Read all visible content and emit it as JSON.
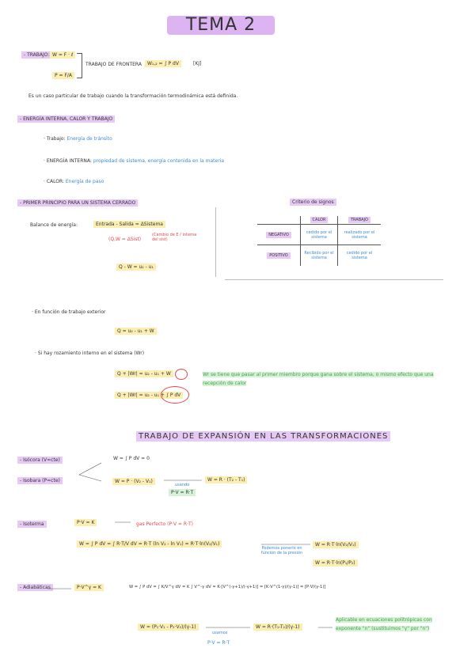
{
  "title": "TEMA 2",
  "trabajo_def": {
    "label": "- TRABAJO:",
    "eq1": "W = F · ℓ",
    "eq2": "P = F/A",
    "frontera_label": "TRABAJO DE FRONTERA",
    "frontera_eq": "W₁,₂ = ∫ P dV",
    "frontera_units": "[KJ]",
    "note": "Es un caso particular de trabajo cuando la transformación termodinámica está definida."
  },
  "energia": {
    "header": "- ENERGÍA INTERNA, CALOR Y TRABAJO",
    "items": [
      {
        "label": "· Trabajo:",
        "text": "Energía de tránsito"
      },
      {
        "label": "· ENERGÍA INTERNA:",
        "text": "propiedad de sistema, energía contenida en la materia"
      },
      {
        "label": "· CALOR:",
        "text": "Energía de paso"
      }
    ]
  },
  "primer_principio": {
    "header": "- PRIMER PRINCIPIO PARA UN SISTEMA CERRADO",
    "balance_label": "Balance de energía:",
    "balance_eq": "Entrada - Salida = ΔSistema",
    "sub_note": "(Q,W = ΔSist)",
    "comment": "(Cambio de E / interna del sist)",
    "eq": "Q - W = u₂ - u₁"
  },
  "criterio": {
    "header": "Criterio de signos",
    "col1": "CALOR",
    "col2": "TRABAJO",
    "row1": "NEGATIVO",
    "row2": "POSITIVO",
    "c11": "cedido por el sistema",
    "c12": "realizado por el sistema",
    "c21": "Recibido por el sistema",
    "c22": "cedido por el sistema"
  },
  "exterior": {
    "line": "· En función de trabajo exterior",
    "eq": "Q = u₂ - u₁ + W",
    "rozamiento_line": "· Si hay rozamiento interno en el sistema (Wr)",
    "eq2": "Q + |Wr| = u₂ - u₁ + W",
    "eq3": "Q + |Wr| = u₂ - u₁ + ∫ P dV",
    "note": "Wr se tiene que pasar al primer miembro porque gana sobre el sistema, o mismo efecto que una recepción de calor"
  },
  "expansion": {
    "header": "TRABAJO DE EXPANSIÓN EN LAS TRANSFORMACIONES",
    "isocora_label": "- Isócora (V=cte)",
    "isocora_eq": "W = ∫ P dV = 0",
    "isobara_label": "- Isobara (P=cte)",
    "isobara_eq1": "W = P · (V₂ - V₁)",
    "isobara_eq2": "W = R · (T₂ - T₁)",
    "isobara_using": "usando",
    "isobara_pv": "P·V = R·T",
    "isoterma_label": "- Isoterma",
    "isoterma_cond": "P·V = K",
    "gas_perfecto": "gas Perfecto (P·V = R·T)",
    "isoterma_eq": "W = ∫ P dV = ∫ R·T/V dV = R·T (ln V₂ - ln V₁) = R·T·ln(V₂/V₁)",
    "isoterma_note": "Podemos ponerlo en función de la presión",
    "isoterma_res1": "W = R·T·ln(V₂/V₁)",
    "isoterma_res2": "W = R·T·ln(P₁/P₂)",
    "adiabatica_label": "- Adiabáticas",
    "adiabatica_cond": "P·V^γ = K",
    "adiabatica_eq": "W = ∫ P dV = ∫ K/V^γ dV = K ∫ V^-γ dV = K·[V^(-γ+1)/(-γ+1)] = [K·V^(1-γ)/(γ-1)] = [P·V/(γ-1)]",
    "adiabatica_res1": "W = (P₁·V₁ - P₂·V₂)/(γ-1)",
    "adiabatica_res2": "W = R·(T₁-T₂)/(γ-1)",
    "adiabatica_using": "usamos",
    "adiabatica_pv": "P·V = R·T",
    "politropica_note": "Aplicable en ecuaciones politrópicas con exponente \"n\" (sustituimos \"γ\" por \"n\")"
  }
}
